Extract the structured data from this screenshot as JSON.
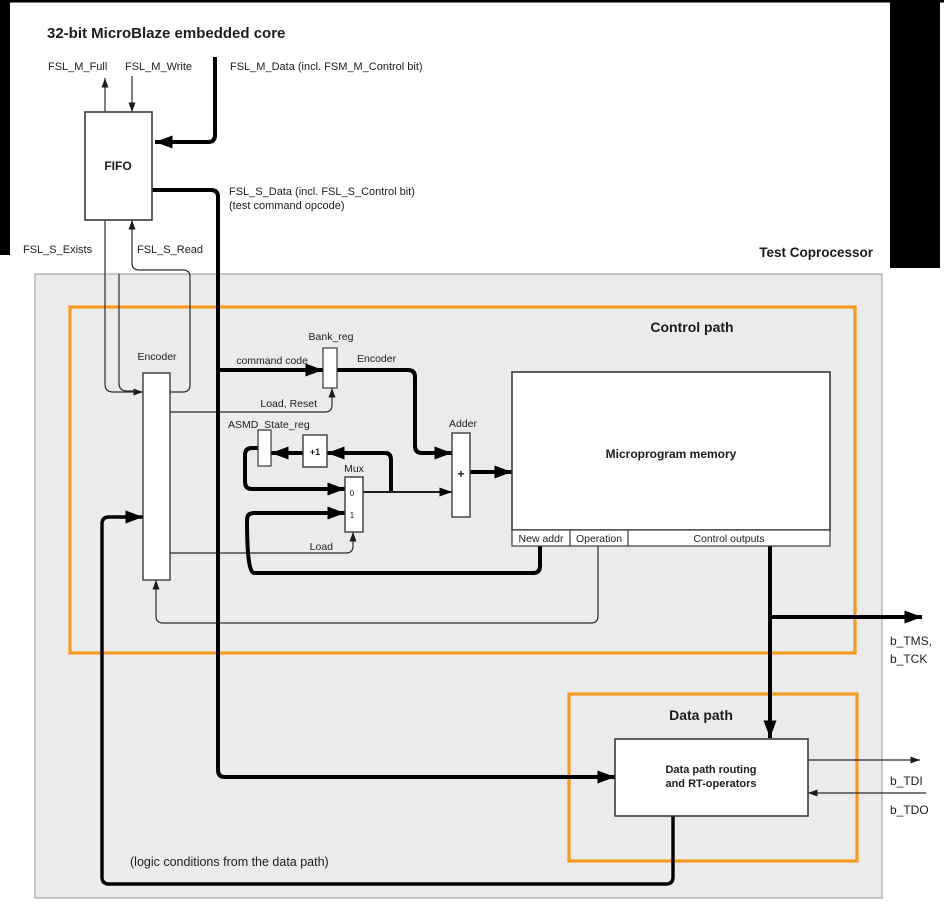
{
  "header": {
    "title": "32-bit MicroBlaze embedded core"
  },
  "colors": {
    "accent_orange": "#F59B22",
    "panel_gray": "#EBEBEB",
    "panel_border": "#A6A6A6",
    "line_black": "#000000",
    "line_thin": "#2B2B2B"
  },
  "fifo": {
    "label": "FIFO"
  },
  "signals": {
    "fsl_m_full": "FSL_M_Full",
    "fsl_m_write": "FSL_M_Write",
    "fsl_m_data": "FSL_M_Data (incl. FSM_M_Control bit)",
    "fsl_s_data_line1": "FSL_S_Data (incl. FSL_S_Control bit)",
    "fsl_s_data_line2": "(test command opcode)",
    "fsl_s_exists": "FSL_S_Exists",
    "fsl_s_read": "FSL_S_Read",
    "command_code": "command code",
    "load_reset": "Load, Reset",
    "load": "Load",
    "b_tms": "b_TMS,",
    "b_tck": "b_TCK",
    "b_tdi": "b_TDI",
    "b_tdo": "b_TDO",
    "logic_conditions": "(logic conditions from the data path)"
  },
  "coprocessor": {
    "label": "Test Coprocessor"
  },
  "control_path": {
    "label": "Control path",
    "encoder": "Encoder",
    "bank_reg": "Bank_reg",
    "bank_reg_output": "Encoder",
    "asmd_state_reg": "ASMD_State_reg",
    "plus_one": "+1",
    "mux": "Mux",
    "mux_in0": "0",
    "mux_in1": "1",
    "adder": "Adder",
    "adder_symbol": "+",
    "microprogram_memory": "Microprogram memory",
    "new_addr": "New addr",
    "operation": "Operation",
    "control_outputs": "Control outputs"
  },
  "data_path": {
    "label": "Data path",
    "routing_line1": "Data path routing",
    "routing_line2": "and RT-operators"
  }
}
